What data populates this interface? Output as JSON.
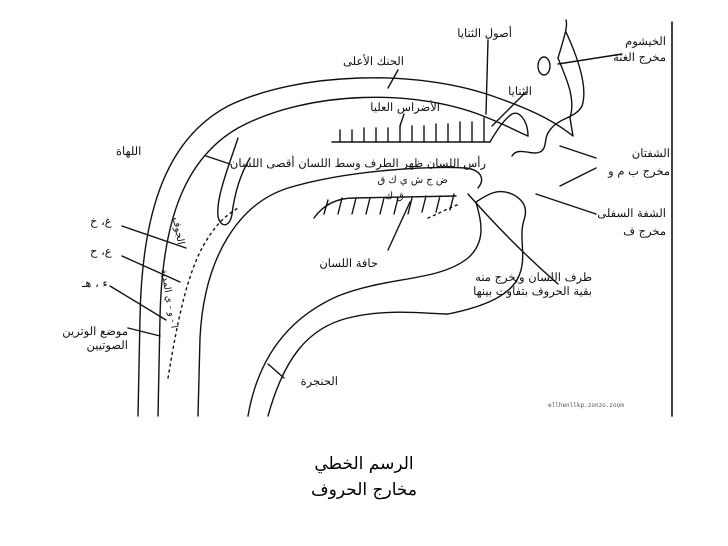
{
  "diagram": {
    "labels": {
      "nasal_cavity": "الخيشوم",
      "nasal_cavity_sub": "مخرج الغنة",
      "incisor_roots": "أصول الثنايا",
      "upper_palate": "الحنك الأعلى",
      "incisors": "الثنايا",
      "upper_molars": "الأضراس العليا",
      "lips": "الشفتان",
      "lips_sub": "مخرج ب م و",
      "uvula": "اللهاة",
      "tongue_parts": "رأس اللسان ظهر الطرف وسط اللسان أقصى اللسان",
      "lower_lip": "الشفة السفلى",
      "lower_lip_sub": "مخرج ف",
      "ghain_kha": "غ، خ",
      "ain_ha": "ع، ح",
      "hamza_ha": "ء ، هـ",
      "vocal_cords": "موضع الوترين الصوتيين",
      "pharynx_word": "الجوف",
      "vowels": "ا - و - ي المدية",
      "tongue_edge": "حافة اللسان",
      "tongue_tip": "طرف اللسان ويخرج منه بقية الحروف بتفاوت بينها",
      "larynx": "الحنجرة",
      "mouth_letters": "ض ج ش ي ك ق",
      "front_letters": "ق ك"
    },
    "watermark": "ellhenllkp.zonzo.zoom"
  },
  "caption": {
    "line1": "الرسم الخطي",
    "line2": "مخارج الحروف"
  }
}
